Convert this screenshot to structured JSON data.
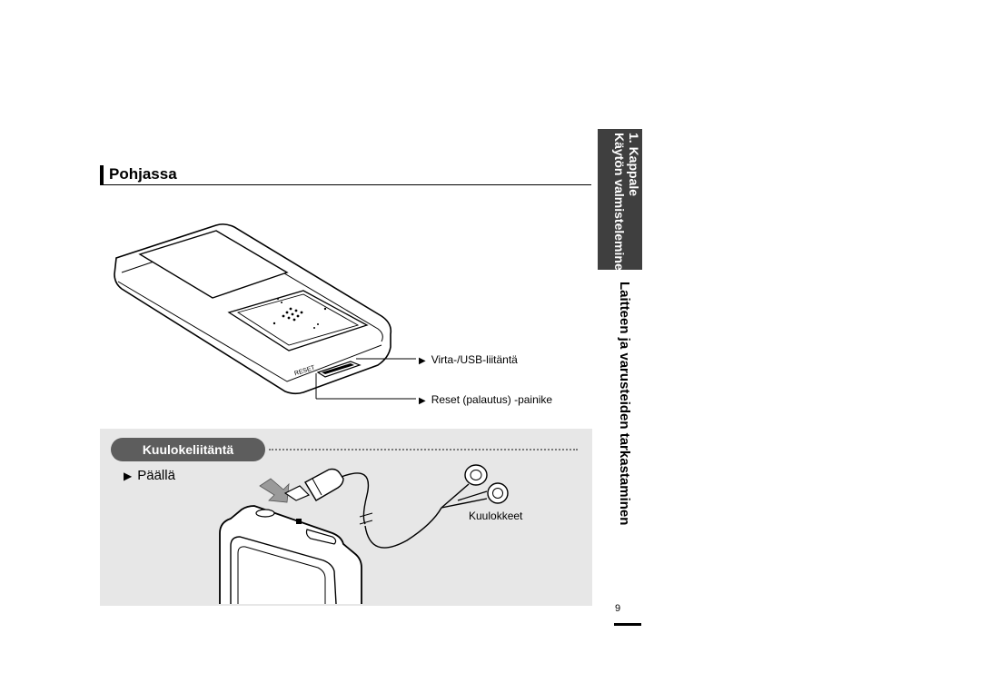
{
  "section": {
    "title": "Pohjassa"
  },
  "labels": {
    "power_usb": "Virta-/USB-liitäntä",
    "reset_button": "Reset (palautus) -painike",
    "reset_on_device": "RESET"
  },
  "earphone_section": {
    "title": "Kuulokeliitäntä",
    "position": "Päällä",
    "earphones_label": "Kuulokkeet"
  },
  "side_tab": {
    "chapter": "1. Kappale",
    "section": "Käytön valmisteleminen"
  },
  "side_heading": "Laitteen ja varusteiden tarkastaminen",
  "page_number": "9",
  "icons": {
    "pointer": "triangle-right-icon",
    "insert_arrow": "arrow-down-left-icon"
  },
  "colors": {
    "panel": "#e7e7e7",
    "pill": "#5d5d5d",
    "side_tab": "#3f3f3f"
  }
}
